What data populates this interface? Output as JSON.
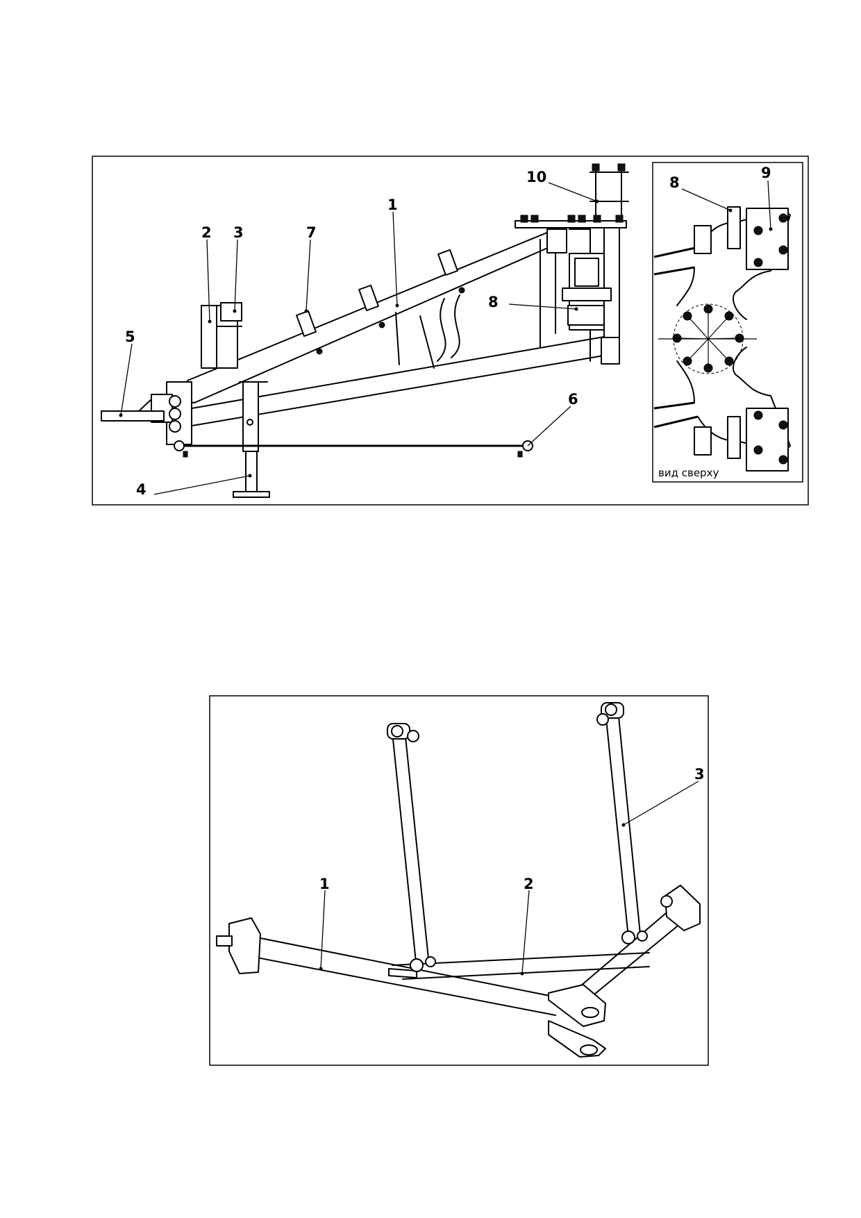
{
  "figure1": {
    "callouts": [
      "1",
      "2",
      "3",
      "4",
      "5",
      "6",
      "7",
      "8",
      "10"
    ],
    "inset": {
      "callouts": [
        "8",
        "9"
      ],
      "caption": "вид сверху"
    }
  },
  "figure2": {
    "callouts": [
      "1",
      "2",
      "3"
    ]
  },
  "colors": {
    "line": "#000000",
    "background": "#ffffff"
  },
  "icons": [
    "frame-drawing",
    "hitch-drawing"
  ]
}
